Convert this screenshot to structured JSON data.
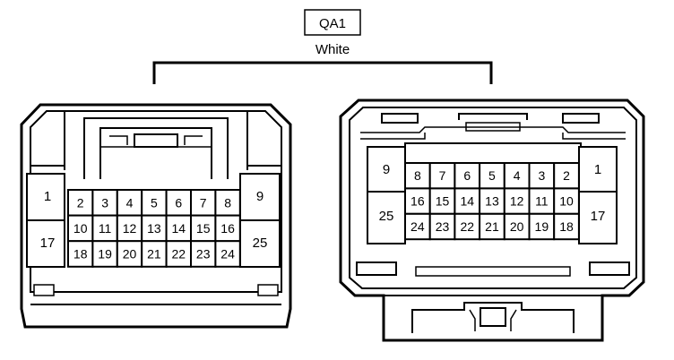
{
  "connector": {
    "code": "QA1",
    "color": "White"
  },
  "left_view": {
    "row1": [
      "2",
      "3",
      "4",
      "5",
      "6",
      "7",
      "8"
    ],
    "row2": [
      "10",
      "11",
      "12",
      "13",
      "14",
      "15",
      "16"
    ],
    "row3": [
      "18",
      "19",
      "20",
      "21",
      "22",
      "23",
      "24"
    ],
    "side_left": [
      "1",
      "17"
    ],
    "side_right": [
      "9",
      "25"
    ]
  },
  "right_view": {
    "row1": [
      "8",
      "7",
      "6",
      "5",
      "4",
      "3",
      "2"
    ],
    "row2": [
      "16",
      "15",
      "14",
      "13",
      "12",
      "11",
      "10"
    ],
    "row3": [
      "24",
      "23",
      "22",
      "21",
      "20",
      "19",
      "18"
    ],
    "side_left": [
      "9",
      "25"
    ],
    "side_right": [
      "1",
      "17"
    ]
  }
}
